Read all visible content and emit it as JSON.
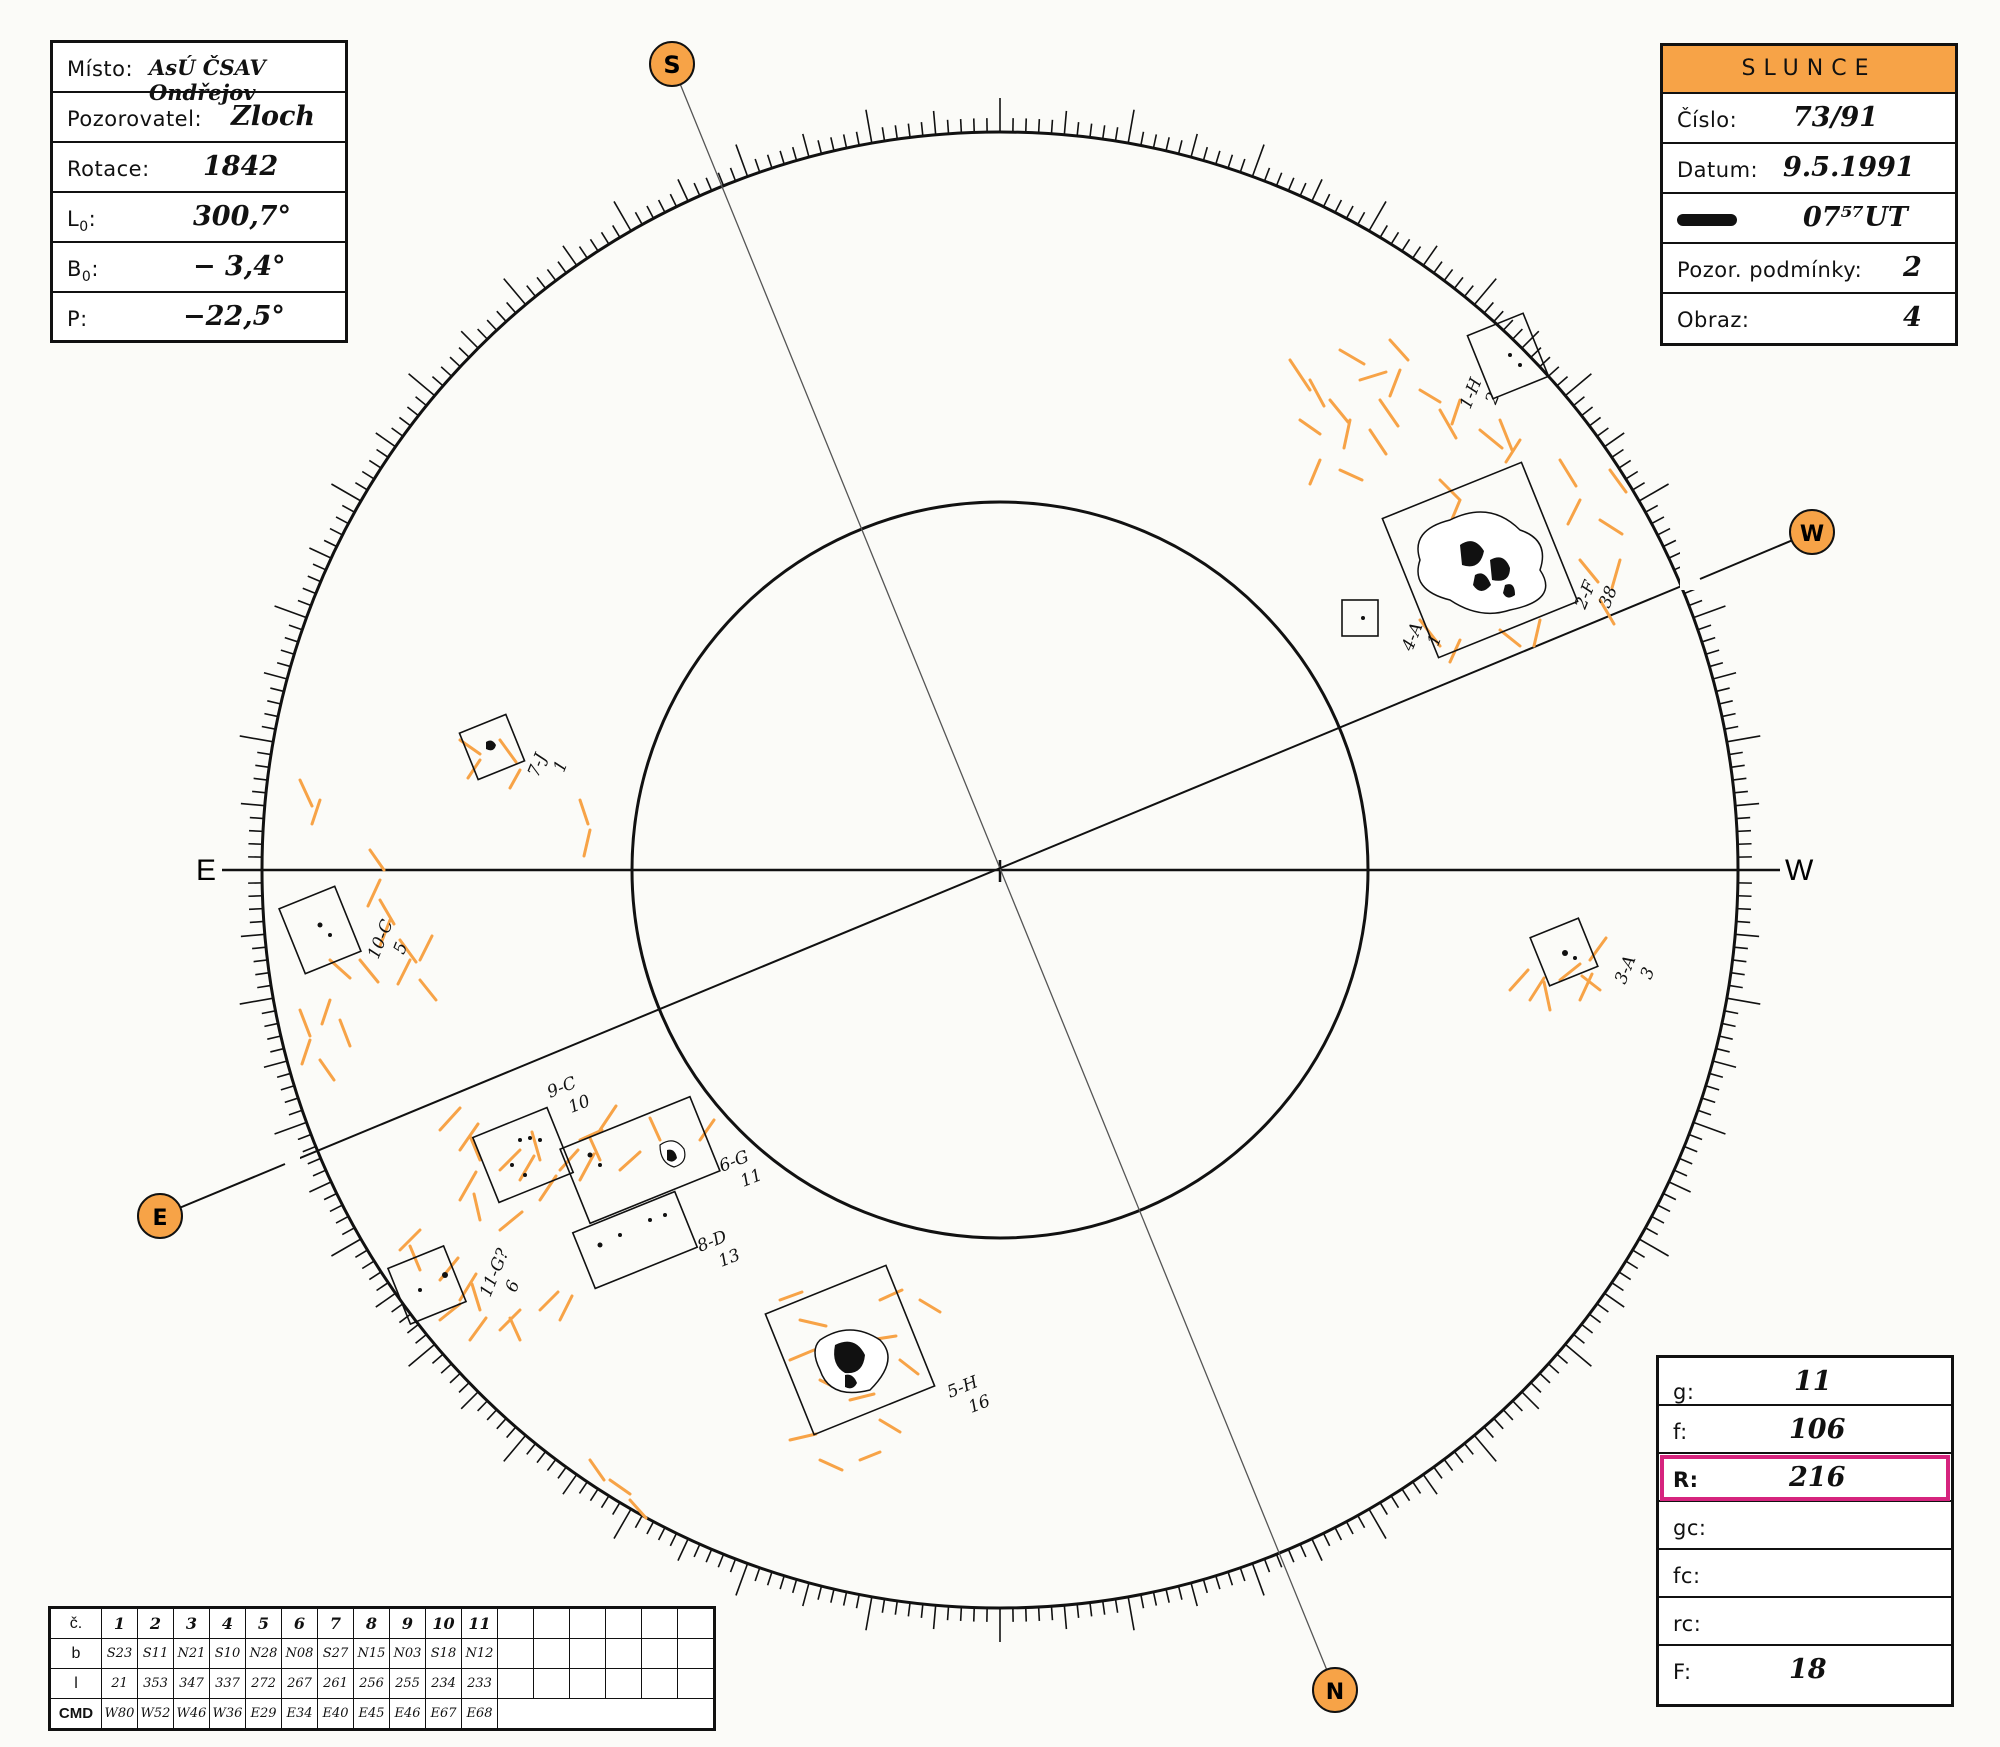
{
  "observation": {
    "misto_label": "Místo:",
    "misto_value": "AsÚ ČSAV Ondřejov",
    "pozorovatel_label": "Pozorovatel:",
    "pozorovatel_value": "Zloch",
    "rotace_label": "Rotace:",
    "rotace_value": "1842",
    "l0_label": "L",
    "l0_sub": "0",
    "l0_value": "300,7°",
    "b0_label": "B",
    "b0_sub": "0",
    "b0_value": "− 3,4°",
    "p_label": "P:",
    "p_value": "−22,5°"
  },
  "slunce": {
    "title": "SLUNCE",
    "cislo_label": "Číslo:",
    "cislo_value": "73/91",
    "datum_label": "Datum:",
    "datum_value": "9.5.1991",
    "time_value": "07⁵⁷UT",
    "podminky_label": "Pozor. podmínky:",
    "podminky_value": "2",
    "obraz_label": "Obraz:",
    "obraz_value": "4"
  },
  "results": {
    "g_label": "g:",
    "g_value": "11",
    "f_label": "f:",
    "f_value": "106",
    "r_label": "R:",
    "r_value": "216",
    "gc_label": "gc:",
    "gc_value": "",
    "fc_label": "fc:",
    "fc_value": "",
    "rc_label": "rc:",
    "rc_value": "",
    "F_label": "F:",
    "F_value": "18"
  },
  "directions": {
    "top_marker": "S",
    "bottom_marker": "N",
    "right_marker": "W",
    "left_marker": "E",
    "east_axis": "E",
    "west_axis": "W"
  },
  "groups": [
    {
      "id": "1-H",
      "n": "2"
    },
    {
      "id": "2-F",
      "n": "38"
    },
    {
      "id": "3-A",
      "n": "3"
    },
    {
      "id": "4-A",
      "n": "1"
    },
    {
      "id": "5-H",
      "n": "16"
    },
    {
      "id": "6-G",
      "n": "11"
    },
    {
      "id": "7-J",
      "n": "1"
    },
    {
      "id": "8-D",
      "n": "13"
    },
    {
      "id": "9-C",
      "n": "10"
    },
    {
      "id": "10-C",
      "n": "5"
    },
    {
      "id": "11-G?",
      "n": "6"
    }
  ],
  "cmd_table": {
    "row_labels": [
      "č.",
      "b",
      "l",
      "CMD"
    ],
    "numbers": [
      "1",
      "2",
      "3",
      "4",
      "5",
      "6",
      "7",
      "8",
      "9",
      "10",
      "11"
    ],
    "b": [
      "S23",
      "S11",
      "N21",
      "S10",
      "N28",
      "N08",
      "S27",
      "N15",
      "N03",
      "S18",
      "N12"
    ],
    "l": [
      "21",
      "353",
      "347",
      "337",
      "272",
      "267",
      "261",
      "256",
      "255",
      "234",
      "233"
    ],
    "cmd": [
      "W80",
      "W52",
      "W46",
      "W36",
      "E29",
      "E34",
      "E40",
      "E45",
      "E46",
      "E67",
      "E68"
    ]
  },
  "colors": {
    "penumbra": "#f7a347",
    "marker": "#f7a347",
    "highlight": "#d6247e"
  }
}
